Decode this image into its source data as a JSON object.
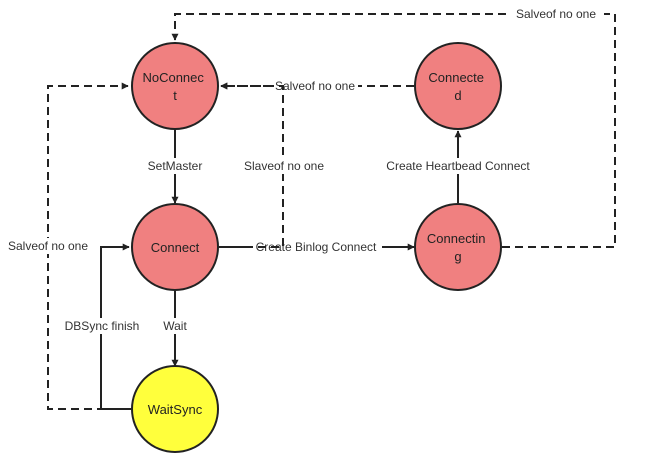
{
  "nodes": {
    "noconnect": {
      "lines": [
        "NoConnec",
        "t"
      ],
      "color": "#f08080"
    },
    "connect": {
      "lines": [
        "Connect"
      ],
      "color": "#f08080"
    },
    "waitsync": {
      "lines": [
        "WaitSync"
      ],
      "color": "#ffff3c"
    },
    "connected": {
      "lines": [
        "Connecte",
        "d"
      ],
      "color": "#f08080"
    },
    "connecting": {
      "lines": [
        "Connectin",
        "g"
      ],
      "color": "#f08080"
    }
  },
  "edges": {
    "setmaster": "SetMaster",
    "wait": "Wait",
    "slaveof_connect": "Slaveof no one",
    "create_binlog": "Create Binlog Connect",
    "create_heartbeat": "Create Heartbead Connect",
    "salveof_connected": "Salveof no one",
    "salveof_connecting": "Salveof no one",
    "salveof_waitsync": "Salveof no one",
    "dbsync_finish": "DBSync finish"
  }
}
